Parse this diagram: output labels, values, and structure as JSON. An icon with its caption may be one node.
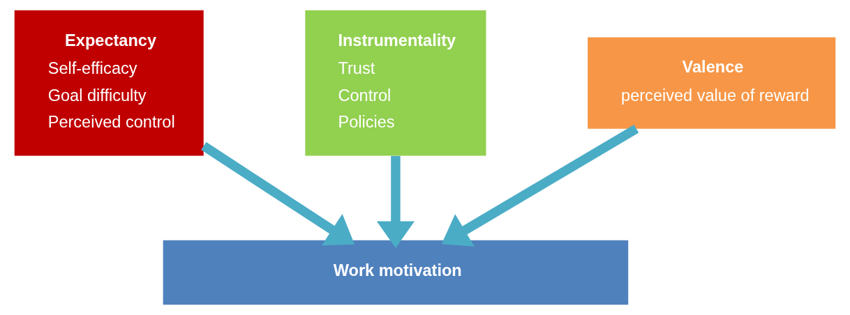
{
  "diagram": {
    "nodes": [
      {
        "text": [
          "Expectancy",
          "Self-efficacy",
          "Goal difficulty",
          "Perceived control"
        ]
      },
      {
        "text": [
          "Instrumentality",
          "Trust",
          "Control",
          "Policies"
        ]
      },
      {
        "text": [
          "Valence",
          "perceived value of reward"
        ]
      },
      {
        "text": [
          "Work motivation"
        ]
      }
    ],
    "edges": [
      {
        "from": 0,
        "to": 3,
        "arrow": "to"
      },
      {
        "from": 1,
        "to": 3,
        "arrow": "to"
      },
      {
        "from": 2,
        "to": 3,
        "arrow": "to"
      }
    ]
  }
}
